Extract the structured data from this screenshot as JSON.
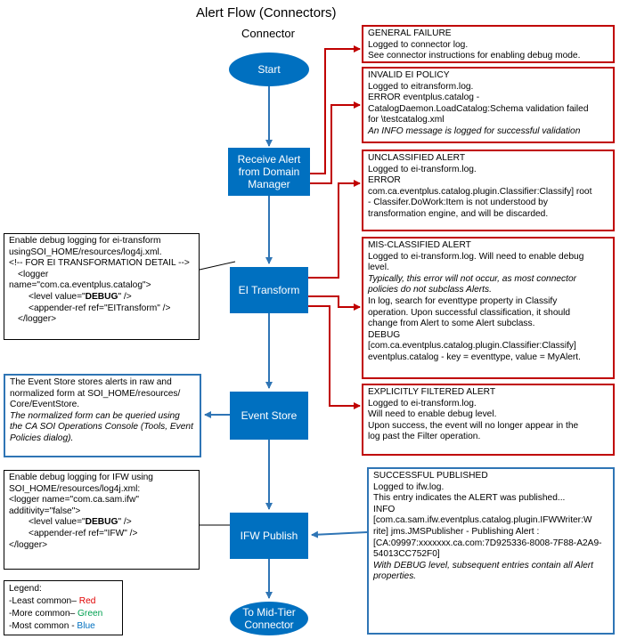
{
  "title": "Alert Flow (Connectors)",
  "subtitle": "Connector",
  "colors": {
    "node_fill": "#0070c0",
    "red": "#c00000",
    "blue": "#2f75b5",
    "black": "#000000"
  },
  "nodes": {
    "start": "Start",
    "receive_alert": [
      "Receive Alert",
      "from Domain",
      "Manager"
    ],
    "ei_transform": "EI Transform",
    "event_store": "Event Store",
    "ifw_publish": "IFW Publish",
    "to_mid_tier": [
      "To Mid-Tier",
      "Connector"
    ]
  },
  "notes": {
    "general_failure": [
      "GENERAL FAILURE",
      "Logged to connector log.",
      "See connector instructions for enabling debug mode."
    ],
    "invalid_ei_policy": [
      "INVALID EI POLICY",
      "Logged to eitransform.log.",
      "ERROR eventplus.catalog -",
      "CatalogDaemon.LoadCatalog:Schema validation failed",
      "for \\testcatalog.xml",
      "An INFO message is logged for successful validation"
    ],
    "unclassified": [
      "UNCLASSIFIED ALERT",
      "Logged to ei-transform.log.",
      "ERROR",
      "com.ca.eventplus.catalog.plugin.Classifier:Classify] root",
      "- Classifer.DoWork:Item is not understood by",
      "transformation engine, and will be discarded."
    ],
    "mis_classified": [
      "MIS-CLASSIFIED ALERT",
      "Logged to ei-transform.log.  Will need to enable debug",
      "level.",
      "Typically, this error will not occur, as most connector",
      "policies do not subclass Alerts.",
      "In log, search for eventtype property in Classify",
      "operation. Upon successful classification, it should",
      "change from Alert to some Alert subclass.",
      "DEBUG",
      "[com.ca.eventplus.catalog.plugin.Classifier:Classify]",
      "eventplus.catalog - key = eventtype, value = MyAlert."
    ],
    "explicitly_filtered": [
      "EXPLICITLY FILTERED ALERT",
      "Logged to ei-transform.log.",
      "Will need to enable debug level.",
      "Upon success, the event will no longer appear in the",
      "log past the Filter operation."
    ],
    "successful_published": [
      "SUCCESSFUL PUBLISHED",
      "Logged to ifw.log.",
      "This entry indicates the ALERT was published...",
      "INFO",
      "[com.ca.sam.ifw.eventplus.catalog.plugin.IFWWriter:W",
      "rite] jms.JMSPublisher - Publishing Alert :",
      "[CA:09997:xxxxxxx.ca.com:7D925336-8008-7F88-A2A9-",
      "54013CC752F0]",
      "With DEBUG level, subsequent entries contain all Alert",
      "properties."
    ],
    "debug_ei": [
      "Enable debug logging for ei-transform",
      "usingSOI_HOME/resources/log4j.xml.",
      "<!--    FOR EI TRANSFORMATION DETAIL -->",
      "<logger",
      "name=\"com.ca.eventplus.catalog\">",
      "<level value=\"",
      "DEBUG",
      "\" />",
      "<appender-ref ref=\"EITransform\" />",
      "</logger>"
    ],
    "event_store": [
      "The Event Store stores alerts in raw and",
      "normalized form at SOI_HOME/resources/",
      "Core/EventStore.",
      "The normalized form can be queried using",
      "the CA SOI Operations Console (Tools, Event",
      "Policies dialog)."
    ],
    "debug_ifw": [
      "Enable debug logging for IFW using",
      "SOI_HOME/resources/log4j.xml:",
      "<logger name=\"com.ca.sam.ifw\"",
      "additivity=\"false\">",
      "<level value=\"",
      "DEBUG",
      "\" />",
      "<appender-ref ref=\"IFW\" />",
      "</logger>"
    ]
  },
  "legend": {
    "title": "Legend:",
    "items": [
      {
        "label": "-Least common– ",
        "word": "Red"
      },
      {
        "label": "-More common– ",
        "word": "Green"
      },
      {
        "label": "-Most common - ",
        "word": "Blue"
      }
    ]
  }
}
